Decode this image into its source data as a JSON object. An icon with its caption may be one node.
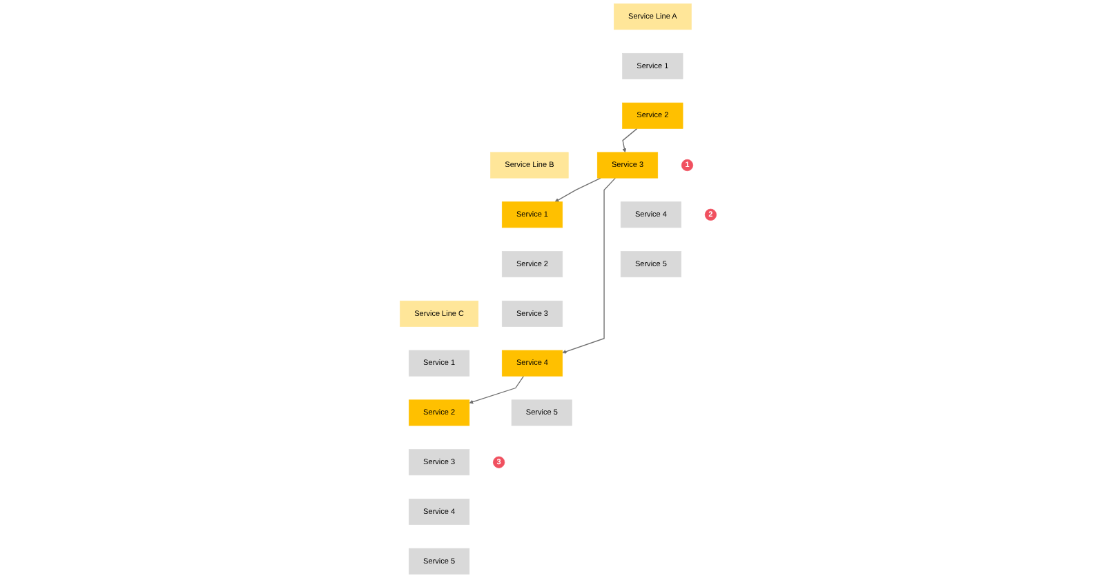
{
  "diagram": {
    "nodes": [
      {
        "text": [
          "Service Line A"
        ]
      },
      {
        "text": [
          "Service Line B"
        ]
      },
      {
        "text": [
          "Service Line C"
        ]
      },
      {
        "text": [
          "Service 1"
        ]
      },
      {
        "text": [
          "Service 1"
        ]
      },
      {
        "text": [
          "Service 1"
        ]
      },
      {
        "text": [
          "Service 2"
        ]
      },
      {
        "text": [
          "Service 2"
        ]
      },
      {
        "text": [
          "Service 2"
        ]
      },
      {
        "text": [
          "Service 3"
        ]
      },
      {
        "text": [
          "Service 3"
        ]
      },
      {
        "text": [
          "Service 3"
        ]
      },
      {
        "text": [
          "Service 4"
        ]
      },
      {
        "text": [
          "Service 4"
        ]
      },
      {
        "text": [
          "Service 4"
        ]
      },
      {
        "text": [
          "Service 5"
        ]
      },
      {
        "text": [
          "Service 5"
        ]
      },
      {
        "text": [
          "Service 5"
        ]
      },
      {
        "text": [
          "1"
        ]
      },
      {
        "text": [
          "2"
        ]
      },
      {
        "text": [
          "3"
        ]
      }
    ],
    "edges": [
      {
        "from": 6,
        "to": 9,
        "arrow": "to"
      },
      {
        "from": 9,
        "to": 4,
        "arrow": "to"
      },
      {
        "from": 9,
        "to": 13,
        "arrow": "to"
      },
      {
        "from": 13,
        "to": 8,
        "arrow": "to"
      }
    ]
  }
}
